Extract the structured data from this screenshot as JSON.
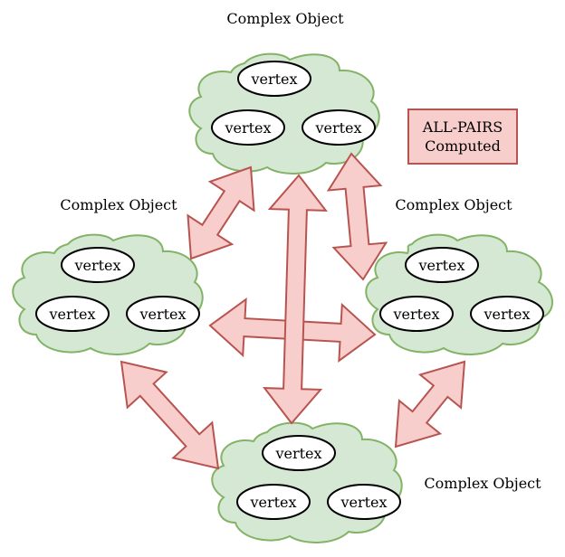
{
  "colors": {
    "cloud_fill": "#d5e8d4",
    "cloud_stroke": "#82b366",
    "arrow_fill": "#f8cecc",
    "arrow_stroke": "#b85450",
    "vertex_fill": "#ffffff",
    "vertex_stroke": "#000000"
  },
  "objects": {
    "top": {
      "label": "Complex Object",
      "vertices": [
        "vertex",
        "vertex",
        "vertex"
      ]
    },
    "left": {
      "label": "Complex Object",
      "vertices": [
        "vertex",
        "vertex",
        "vertex"
      ]
    },
    "right": {
      "label": "Complex Object",
      "vertices": [
        "vertex",
        "vertex",
        "vertex"
      ]
    },
    "bottom": {
      "label": "Complex Object",
      "vertices": [
        "vertex",
        "vertex",
        "vertex"
      ]
    }
  },
  "legend_box": {
    "line1": "ALL-PAIRS",
    "line2": "Computed"
  }
}
